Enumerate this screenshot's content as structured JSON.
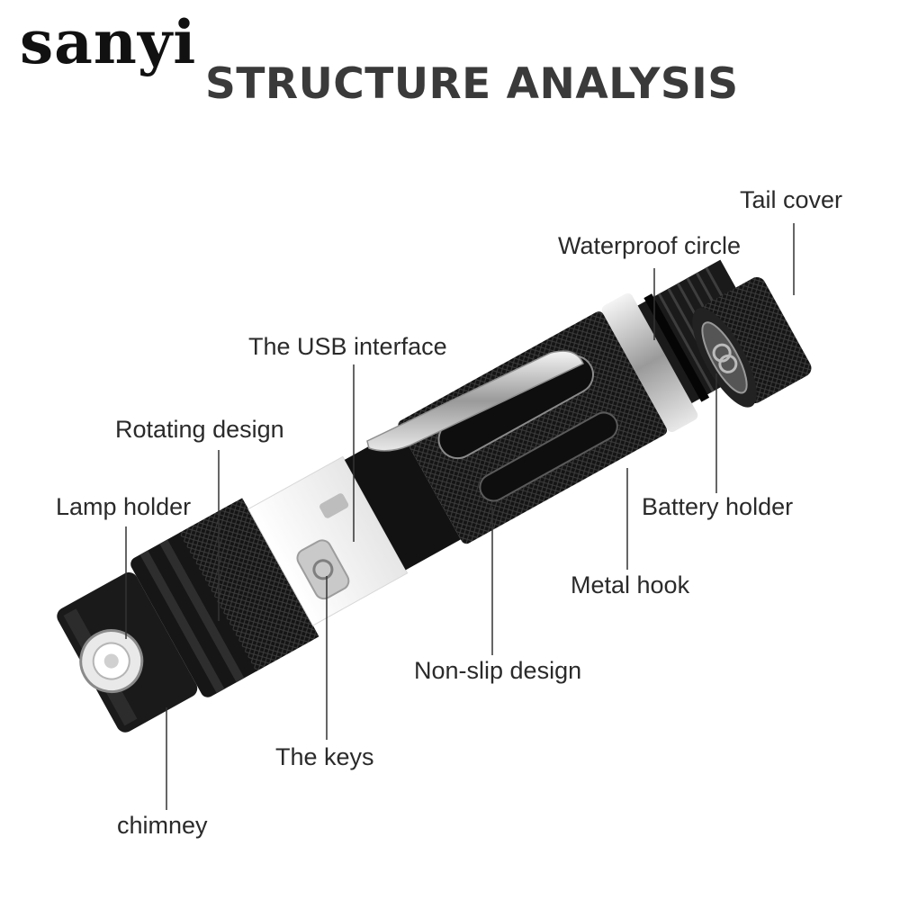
{
  "brand": "sanyi",
  "title": "STRUCTURE ANALYSIS",
  "labels": {
    "tail_cover": "Tail cover",
    "waterproof_circle": "Waterproof circle",
    "usb_interface": "The USB interface",
    "rotating_design": "Rotating design",
    "lamp_holder": "Lamp holder",
    "battery_holder": "Battery holder",
    "metal_hook": "Metal hook",
    "non_slip_design": "Non-slip design",
    "the_keys": "The keys",
    "chimney": "chimney"
  }
}
